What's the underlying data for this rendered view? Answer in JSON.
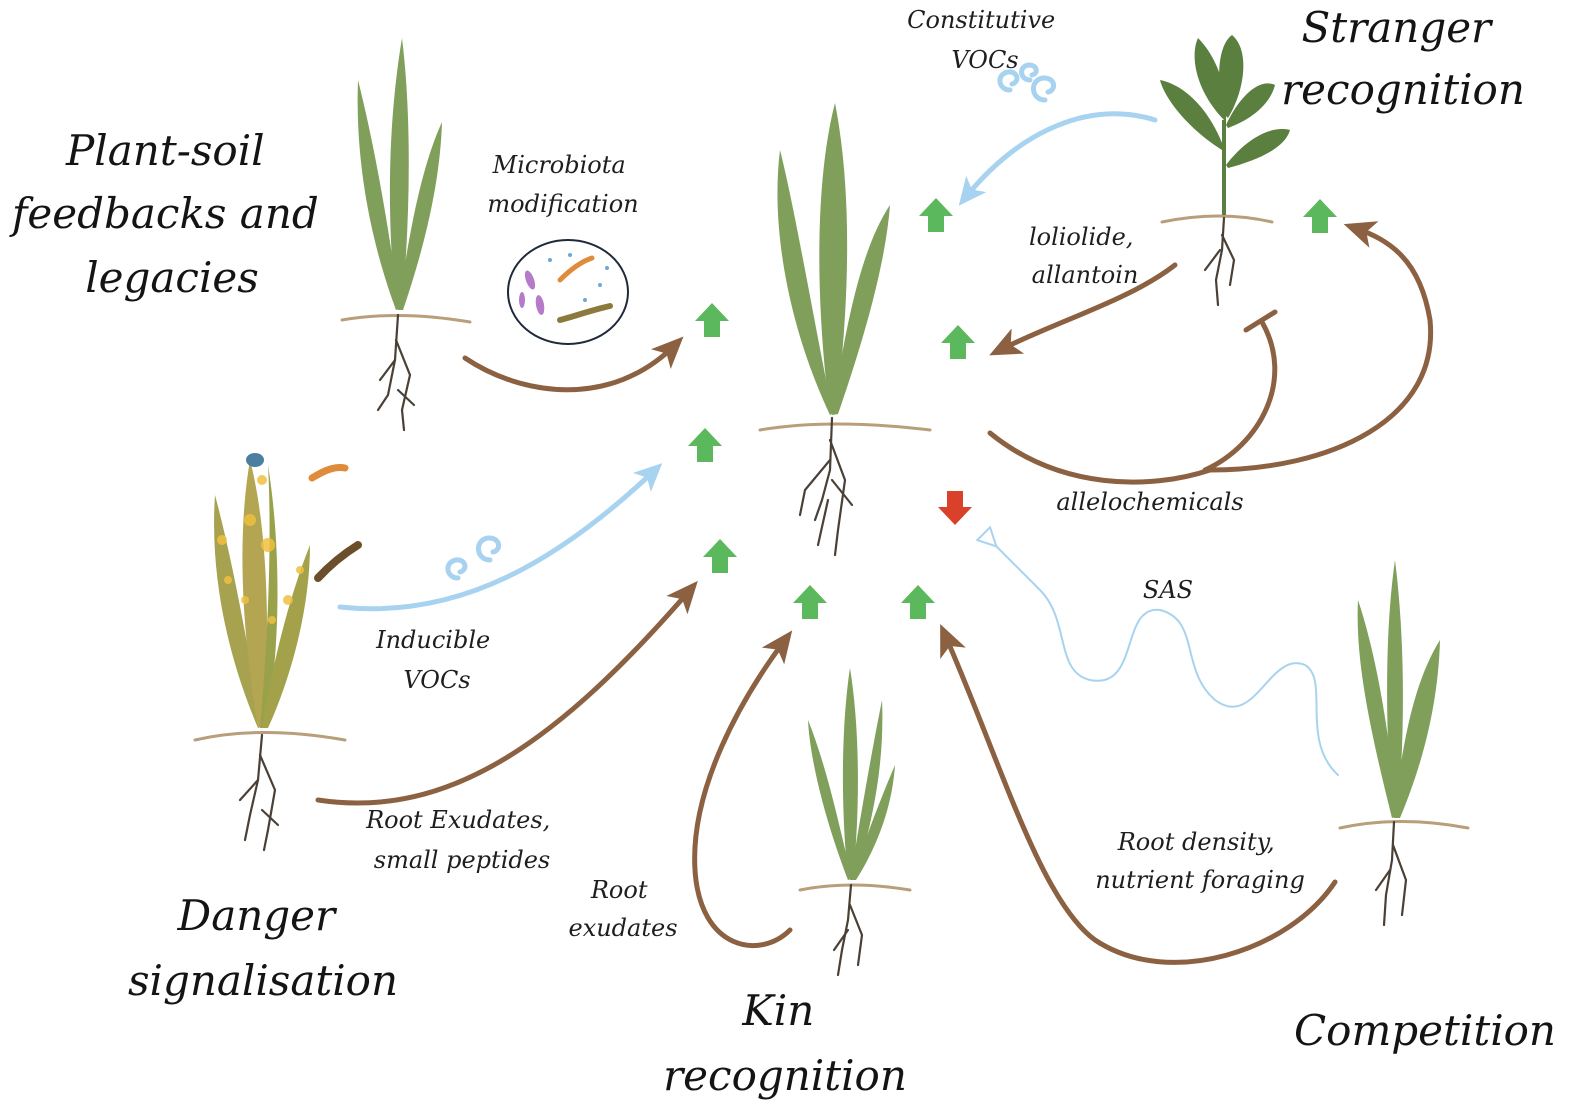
{
  "categories": {
    "plant_soil": [
      "Plant-soil",
      "feedbacks and",
      "legacies"
    ],
    "stranger": [
      "Stranger",
      "recognition"
    ],
    "danger": [
      "Danger",
      "signalisation"
    ],
    "kin": [
      "Kin",
      "recognition"
    ],
    "competition": [
      "Competition"
    ]
  },
  "labels": {
    "constitutive_vocs": [
      "Constitutive",
      "VOCs"
    ],
    "microbiota": [
      "Microbiota",
      "modification"
    ],
    "loliolide": [
      "loliolide,",
      "allantoin"
    ],
    "allelochemicals": "allelochemicals",
    "inducible_vocs": [
      "Inducible",
      "VOCs"
    ],
    "sas": "SAS",
    "root_exudates_peptides": [
      "Root Exudates,",
      "small peptides"
    ],
    "root_exudates": [
      "Root",
      "exudates"
    ],
    "root_density": [
      "Root density,",
      "nutrient foraging"
    ]
  },
  "colors": {
    "up_arrow": "#5cb85c",
    "down_arrow": "#d9412b",
    "chemical_arrow": "#8b6142",
    "volatile_arrow": "#a7d3f0",
    "leaf": "#7f9f5a",
    "stranger_leaf": "#5b7f3e",
    "damaged_leaf": "#a6a24f"
  },
  "indicators": {
    "effects": [
      "up",
      "up",
      "up",
      "up",
      "up",
      "up",
      "up",
      "up",
      "down"
    ]
  }
}
